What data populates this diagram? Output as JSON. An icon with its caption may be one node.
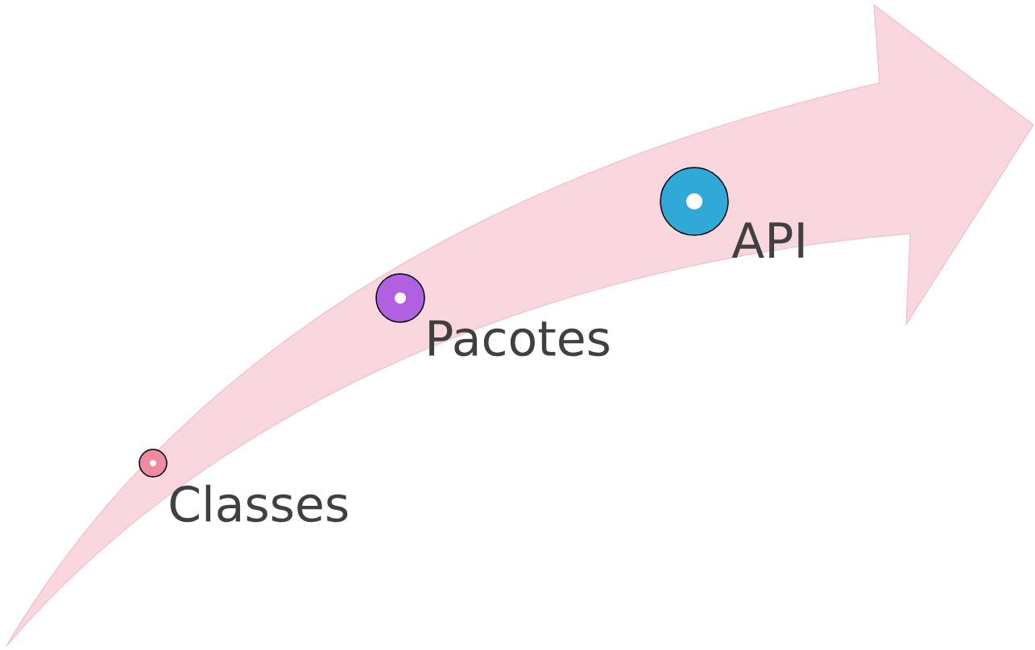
{
  "diagram": {
    "nodes": [
      {
        "text": [],
        "shape": "circle",
        "beside": [
          "Classes"
        ]
      },
      {
        "text": [],
        "shape": "circle",
        "beside": [
          "Pacotes"
        ]
      },
      {
        "text": [],
        "shape": "circle",
        "beside": [
          "API"
        ]
      }
    ]
  }
}
